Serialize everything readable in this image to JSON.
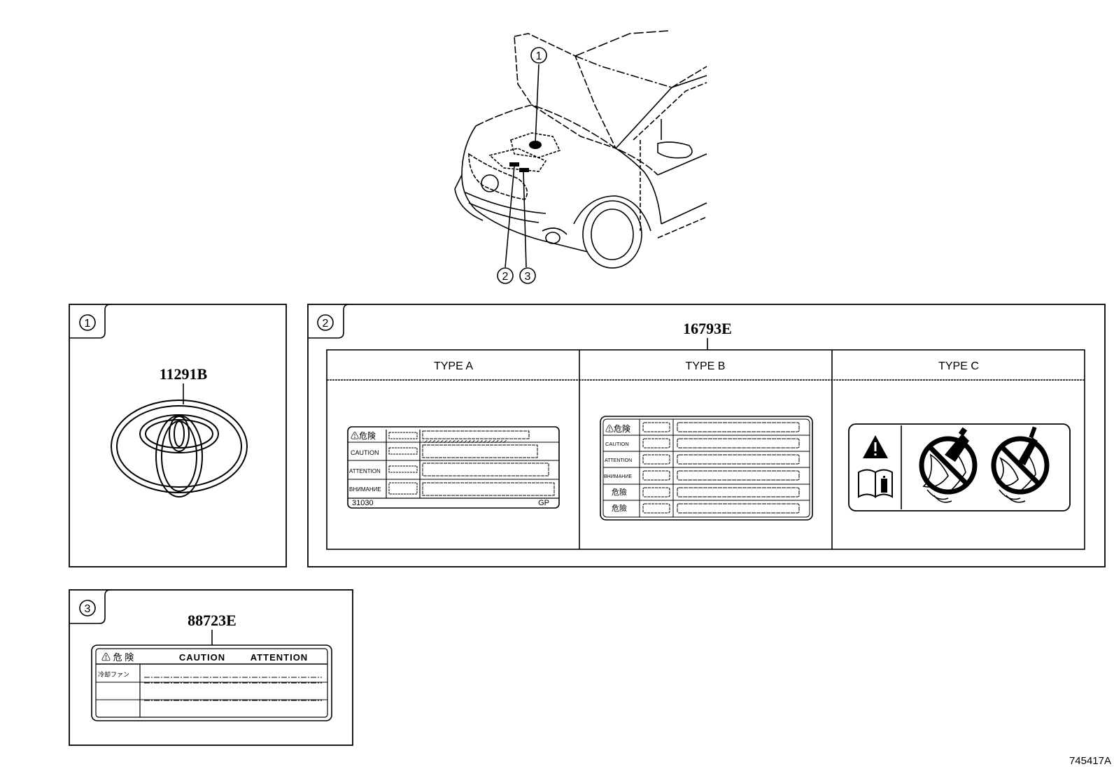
{
  "callouts": {
    "c1": "1",
    "c2": "2",
    "c3": "3"
  },
  "panel1": {
    "part_number": "11291B"
  },
  "panel2": {
    "part_number": "16793E",
    "types": [
      "TYPE A",
      "TYPE B",
      "TYPE C"
    ],
    "type_a": {
      "rows": [
        "⚠危険",
        "CAUTION",
        "ATTENTION",
        "ВНИМАНИЕ"
      ],
      "code_left": "31030",
      "code_right": "GP"
    },
    "type_b": {
      "rows": [
        "⚠危険",
        "CAUTION",
        "ATTENTION",
        "ВНИМАНИЕ",
        "危險",
        "危險"
      ]
    }
  },
  "panel3": {
    "part_number": "88723E",
    "header_danger": "⚠ 危  険",
    "header_caution": "CAUTION",
    "header_attention": "ATTENTION",
    "row1_label": "冷却ファン"
  },
  "figure_code": "745417A"
}
